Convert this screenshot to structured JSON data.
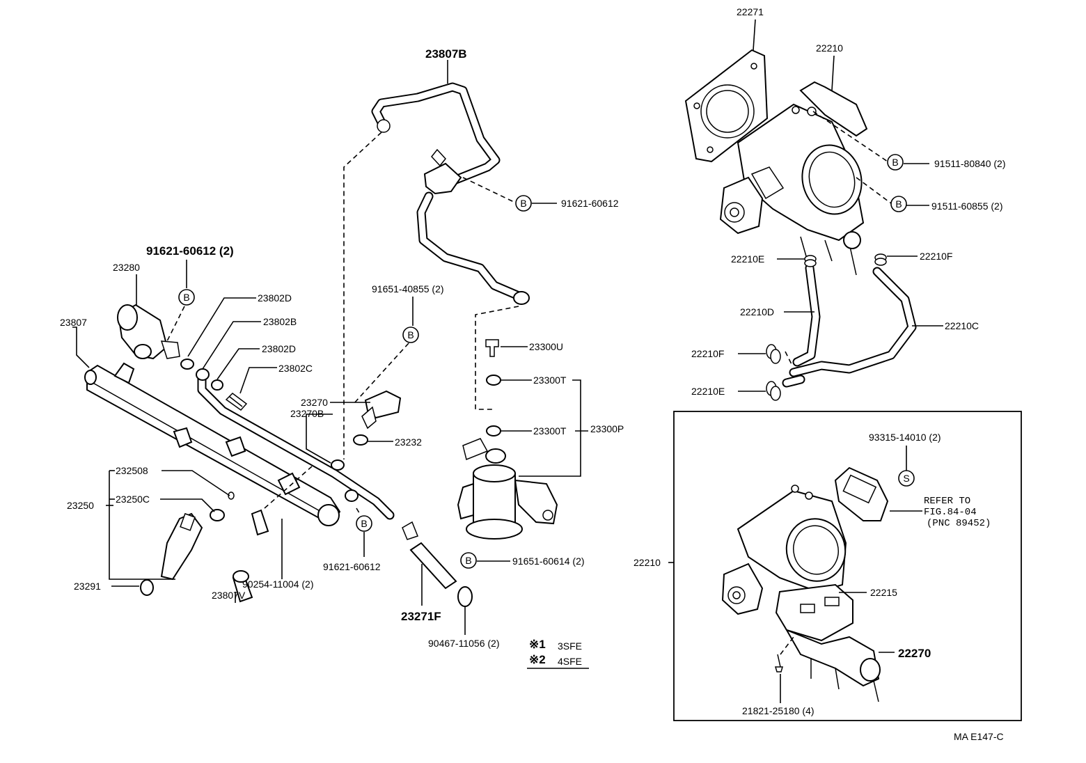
{
  "figure_code": "MA E147-C",
  "legend": {
    "row1_mark": "※1",
    "row1_text": "3SFE",
    "row2_mark": "※2",
    "row2_text": "4SFE"
  },
  "symbols": {
    "bolt_mark": "B",
    "screw_mark": "S"
  },
  "refer_note": {
    "line1": "REFER TO",
    "line2": "FIG.84-04",
    "line3": "(PNC 89452)"
  },
  "labels": {
    "p22271": "22271",
    "p22210_top": "22210",
    "p91511_80840": "91511-80840 (2)",
    "p91511_60855": "91511-60855 (2)",
    "p22210E_top": "22210E",
    "p22210F_top": "22210F",
    "p22210D": "22210D",
    "p22210C": "22210C",
    "p22210F_low": "22210F",
    "p22210E_low": "22210E",
    "p23807B": "23807B",
    "p91621_60612_top": "91621-60612",
    "p91621_60612_2": "91621-60612 (2)",
    "p23280": "23280",
    "p23807": "23807",
    "p23802D_a": "23802D",
    "p23802B": "23802B",
    "p23802D_b": "23802D",
    "p23802C": "23802C",
    "p91651_40855": "91651-40855 (2)",
    "p23270": "23270",
    "p23270B": "23270B",
    "p23232": "23232",
    "p23300U": "23300U",
    "p23300T_a": "23300T",
    "p23300T_b": "23300T",
    "p23300P": "23300P",
    "p232508": "232508",
    "p23250": "23250",
    "p23250C": "23250C",
    "p23291": "23291",
    "p23807V": "23807V",
    "p90254_11004": "90254-11004 (2)",
    "p91621_60612_low": "91621-60612",
    "p23271F": "23271F",
    "p91651_60614": "91651-60614 (2)",
    "p90467_11056": "90467-11056 (2)",
    "p93315_14010": "93315-14010 (2)",
    "p22210_box": "22210",
    "p22215": "22215",
    "p22270": "22270",
    "p21821_25180": "21821-25180 (4)"
  }
}
